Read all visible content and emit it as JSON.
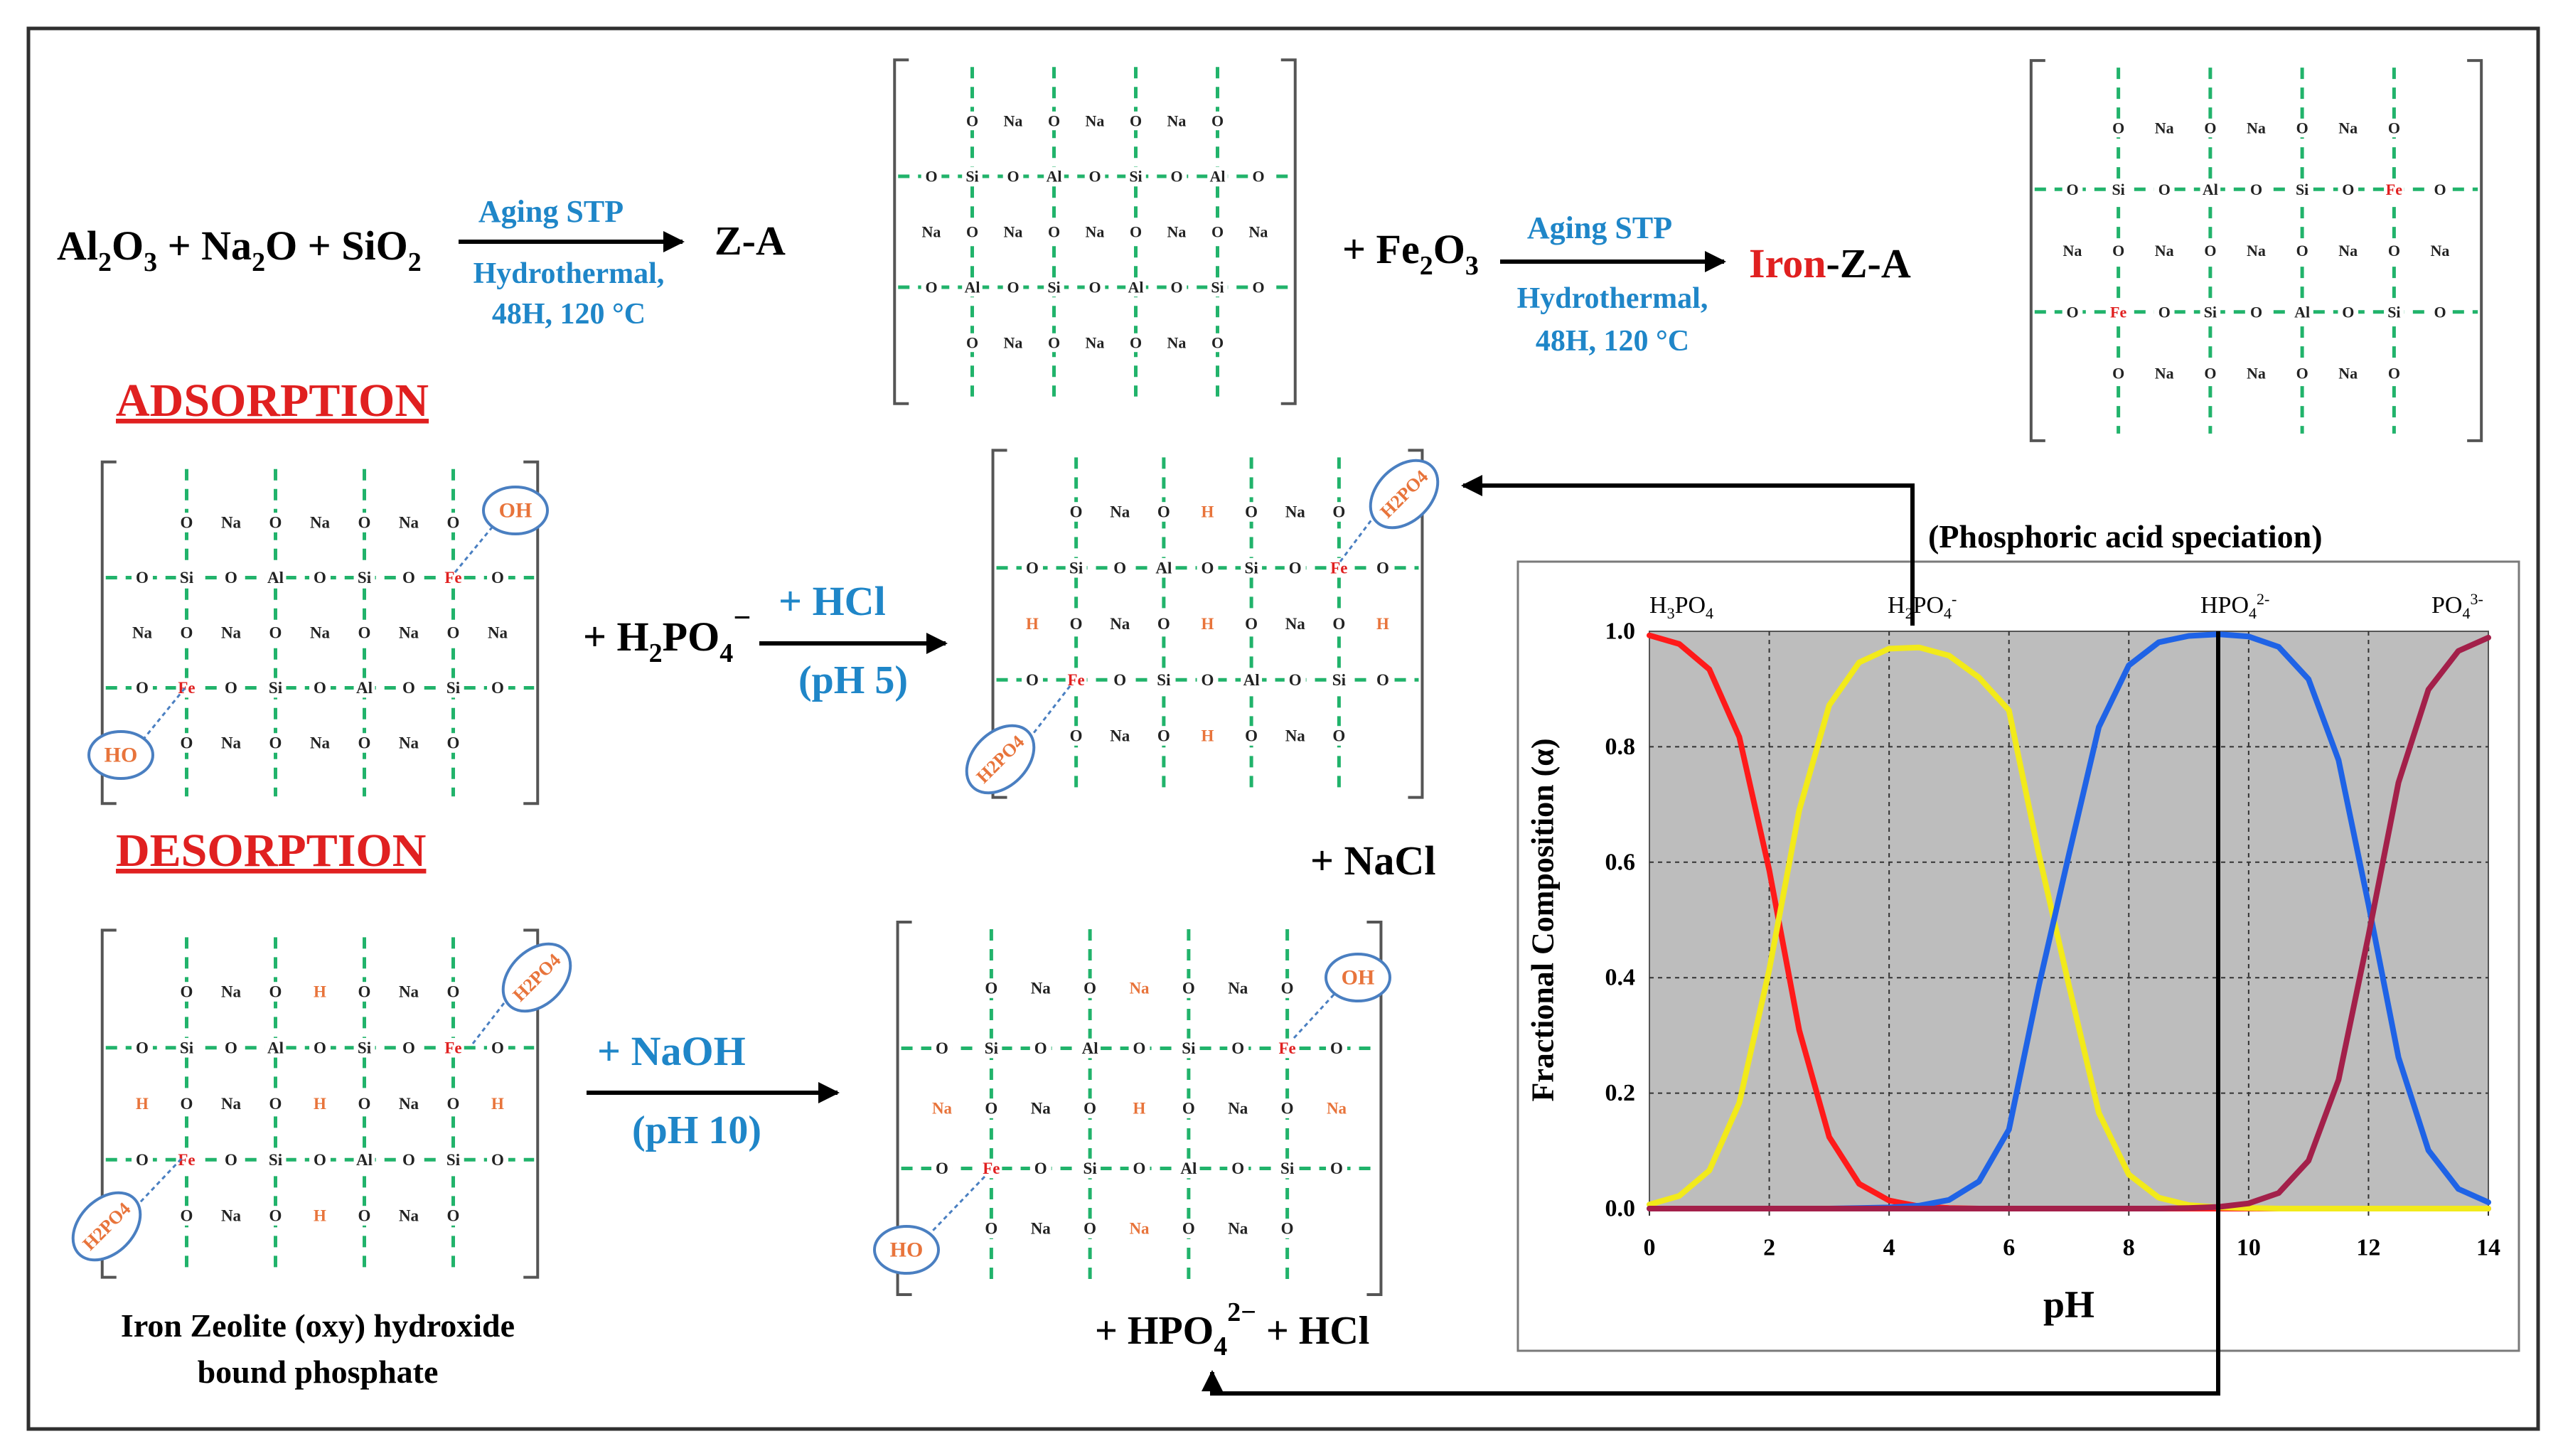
{
  "colors": {
    "frame": "#2f2f2f",
    "bond_green": "#21b36b",
    "blue_text": "#1f86c8",
    "red_text": "#e02020",
    "orange_text": "#e8743b",
    "ellipse_blue": "#4a7fc1",
    "plot_bg": "#bdbdbd",
    "h3po4_curve": "#ff1a1a",
    "h2po4_curve": "#f2ea1a",
    "hpo4_curve": "#1f63e6",
    "po4_curve": "#a3204a"
  },
  "synthesis": {
    "reactants": [
      "Al",
      "2",
      "O",
      "3",
      " + Na",
      "2",
      "O + SiO",
      "2"
    ],
    "arrow1_top": "Aging STP",
    "arrow1_bottom_1": "Hydrothermal,",
    "arrow1_bottom_2": "48H, 120 °C",
    "product1": "Z-A",
    "plus_fe2o3": [
      "+ Fe",
      "2",
      "O",
      "3"
    ],
    "arrow2_top": "Aging STP",
    "arrow2_bottom_1": "Hydrothermal,",
    "arrow2_bottom_2": "48H, 120 °C",
    "product2_red": "Iron",
    "product2_rest": "-Z-A"
  },
  "lattice_atoms": {
    "o": "O",
    "na": "Na",
    "si": "Si",
    "al": "Al",
    "fe": "Fe",
    "h": "H"
  },
  "groups": {
    "oh": "OH",
    "ho": "HO",
    "h2po4": "H2PO4"
  },
  "adsorption": {
    "heading": "ADSORPTION",
    "reagent": [
      "+ H",
      "2",
      "PO",
      "4",
      "−"
    ],
    "arrow_top_plus": "+ ",
    "arrow_top_hcl": "HCl",
    "arrow_bottom": "(pH 5)",
    "byproduct": "+ NaCl"
  },
  "desorption": {
    "heading": "DESORPTION",
    "arrow_top_plus": "+ ",
    "arrow_top_naoh": "NaOH",
    "arrow_bottom": "(pH 10)",
    "caption_1": "Iron Zeolite (oxy) hydroxide",
    "caption_2": "bound phosphate",
    "byproduct": [
      "+ HPO",
      "4",
      "2−",
      " + HCl"
    ]
  },
  "speciation_title": "(Phosphoric acid speciation)",
  "chart_data": {
    "type": "line",
    "title": "",
    "xlabel": "pH",
    "ylabel": "Fractional Composition (α)",
    "xlim": [
      0,
      14
    ],
    "ylim": [
      0,
      1.0
    ],
    "x_ticks": [
      "0",
      "2",
      "4",
      "6",
      "8",
      "10",
      "12",
      "14"
    ],
    "y_ticks": [
      "0.0",
      "0.2",
      "0.4",
      "0.6",
      "0.8",
      "1.0"
    ],
    "grid": true,
    "pKa": [
      2.15,
      7.2,
      12.35
    ],
    "x": [
      0,
      0.5,
      1,
      1.5,
      2,
      2.5,
      3,
      3.5,
      4,
      4.5,
      5,
      5.5,
      6,
      6.5,
      7,
      7.5,
      8,
      8.5,
      9,
      9.5,
      10,
      10.5,
      11,
      11.5,
      12,
      12.5,
      13,
      13.5,
      14
    ],
    "series": [
      {
        "name": "H3PO4",
        "label_parts": [
          "H",
          "3",
          "PO",
          "4",
          ""
        ],
        "color": "#ff1a1a",
        "values": [
          0.993,
          0.978,
          0.934,
          0.817,
          0.586,
          0.309,
          0.124,
          0.043,
          0.014,
          0.004,
          0.001,
          0,
          0,
          0,
          0,
          0,
          0,
          0,
          0,
          0,
          0,
          0,
          0,
          0,
          0,
          0,
          0,
          0,
          0
        ]
      },
      {
        "name": "H2PO4-",
        "label_parts": [
          "H",
          "2",
          "PO",
          "4",
          "-"
        ],
        "color": "#f2ea1a",
        "values": [
          0.007,
          0.022,
          0.066,
          0.183,
          0.414,
          0.69,
          0.872,
          0.946,
          0.97,
          0.972,
          0.958,
          0.92,
          0.863,
          0.613,
          0.387,
          0.166,
          0.059,
          0.019,
          0.006,
          0.002,
          0.001,
          0,
          0,
          0,
          0,
          0,
          0,
          0,
          0
        ]
      },
      {
        "name": "HPO4 2-",
        "label_parts": [
          "HPO",
          "4",
          "",
          "",
          "2-"
        ],
        "color": "#1f63e6",
        "values": [
          0,
          0,
          0,
          0,
          0,
          0,
          0,
          0.001,
          0.002,
          0.005,
          0.015,
          0.047,
          0.137,
          0.387,
          0.613,
          0.834,
          0.941,
          0.981,
          0.992,
          0.995,
          0.991,
          0.973,
          0.917,
          0.777,
          0.527,
          0.262,
          0.101,
          0.034,
          0.011
        ]
      },
      {
        "name": "PO4 3-",
        "label_parts": [
          "PO",
          "4",
          "",
          "",
          "3-"
        ],
        "color": "#a3204a",
        "values": [
          0,
          0,
          0,
          0,
          0,
          0,
          0,
          0,
          0,
          0,
          0,
          0,
          0,
          0,
          0,
          0,
          0,
          0,
          0.001,
          0.003,
          0.009,
          0.027,
          0.083,
          0.223,
          0.473,
          0.738,
          0.899,
          0.966,
          0.989
        ]
      }
    ]
  }
}
